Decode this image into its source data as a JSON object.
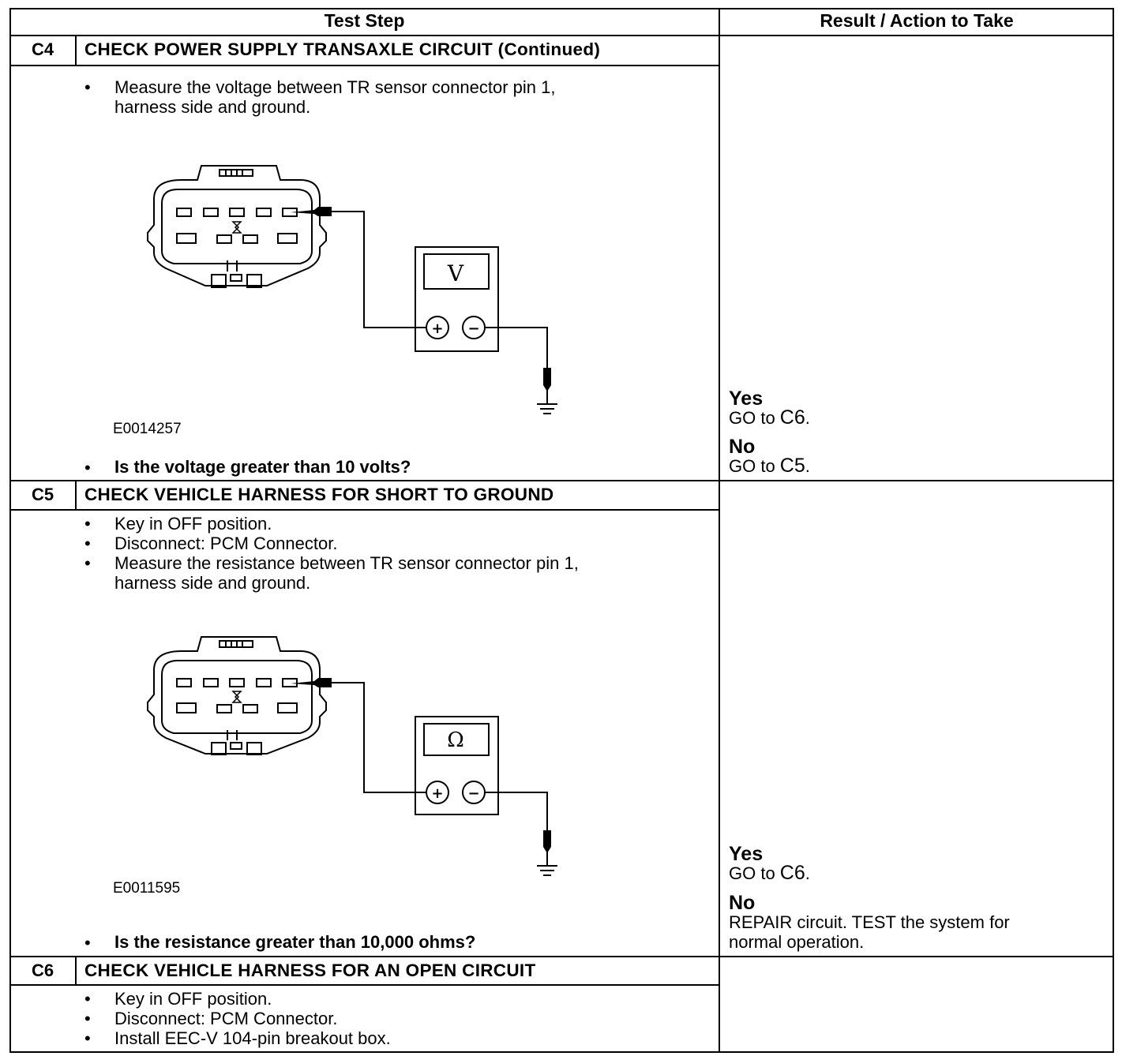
{
  "headers": {
    "test_step": "Test Step",
    "result": "Result / Action to Take"
  },
  "steps": [
    {
      "id": "C4",
      "title": "CHECK POWER SUPPLY TRANSAXLE CIRCUIT (Continued)",
      "bullets": [
        "Measure the voltage between TR sensor connector pin 1,",
        "harness side and ground."
      ],
      "figure": {
        "meter_symbol": "V",
        "figure_id": "E0014257",
        "icon": "voltmeter-icon"
      },
      "question": "Is the voltage greater than 10 volts?",
      "results": {
        "yes_label": "Yes",
        "yes_prefix": "GO to ",
        "yes_ref": "C6",
        "yes_suffix": ".",
        "no_label": "No",
        "no_prefix": "GO to ",
        "no_ref": "C5",
        "no_suffix": "."
      }
    },
    {
      "id": "C5",
      "title": "CHECK VEHICLE HARNESS FOR SHORT TO GROUND",
      "bullets": [
        "Key in OFF position.",
        "Disconnect: PCM Connector.",
        "Measure the resistance between TR sensor connector pin 1,",
        "harness side and ground."
      ],
      "figure": {
        "meter_symbol": "Ω",
        "figure_id": "E0011595",
        "icon": "ohmmeter-icon"
      },
      "question": "Is the resistance greater than 10,000 ohms?",
      "results": {
        "yes_label": "Yes",
        "yes_prefix": "GO to ",
        "yes_ref": "C6",
        "yes_suffix": ".",
        "no_label": "No",
        "no_line1": "REPAIR circuit. TEST the system for",
        "no_line2": "normal operation."
      }
    },
    {
      "id": "C6",
      "title": "CHECK VEHICLE HARNESS FOR AN OPEN CIRCUIT",
      "bullets": [
        "Key in OFF position.",
        "Disconnect: PCM Connector.",
        "Install EEC-V 104-pin breakout box."
      ]
    }
  ],
  "symbols": {
    "bullet": "•",
    "plus": "+",
    "minus": "−"
  }
}
